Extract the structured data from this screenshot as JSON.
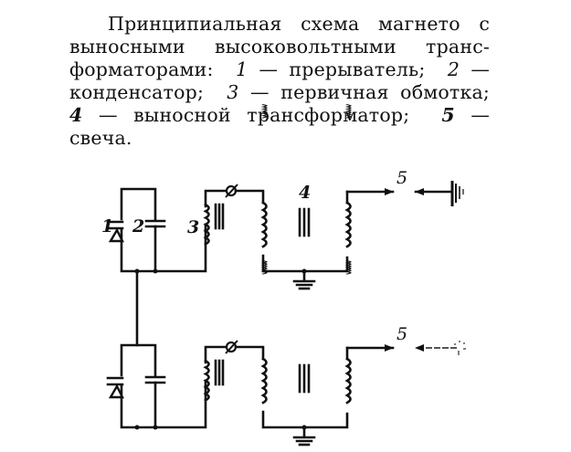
{
  "caption": {
    "lines": [
      "Принципиальная схема магнето с",
      "выносными высоковольтными транс-",
      "форматорами:",
      "конденсатор;",
      "свеча."
    ],
    "title_line1": "Принципиальная схема магнето с",
    "title_line2": "выносными высоковольтными транс-",
    "line3_prefix": "форматорами:",
    "items": [
      {
        "num": "1",
        "text": "— прерыватель;"
      },
      {
        "num": "2",
        "text": "—"
      },
      {
        "num": "3",
        "text": "— первичная обмотка;"
      },
      {
        "num": "4",
        "text": "— выносной трансформатор;"
      },
      {
        "num": "5",
        "text": "—"
      }
    ],
    "line4_prefix": "конденсатор;",
    "line6": "свеча."
  },
  "diagram": {
    "labels": {
      "breaker": "1",
      "capacitor": "2",
      "primary_winding": "3",
      "remote_transformer": "4",
      "spark_plug_top": "5",
      "spark_plug_bottom": "5"
    },
    "components": [
      "interrupter",
      "capacitor",
      "primary-winding",
      "switch",
      "remote-transformer",
      "ground",
      "spark-plug"
    ]
  }
}
